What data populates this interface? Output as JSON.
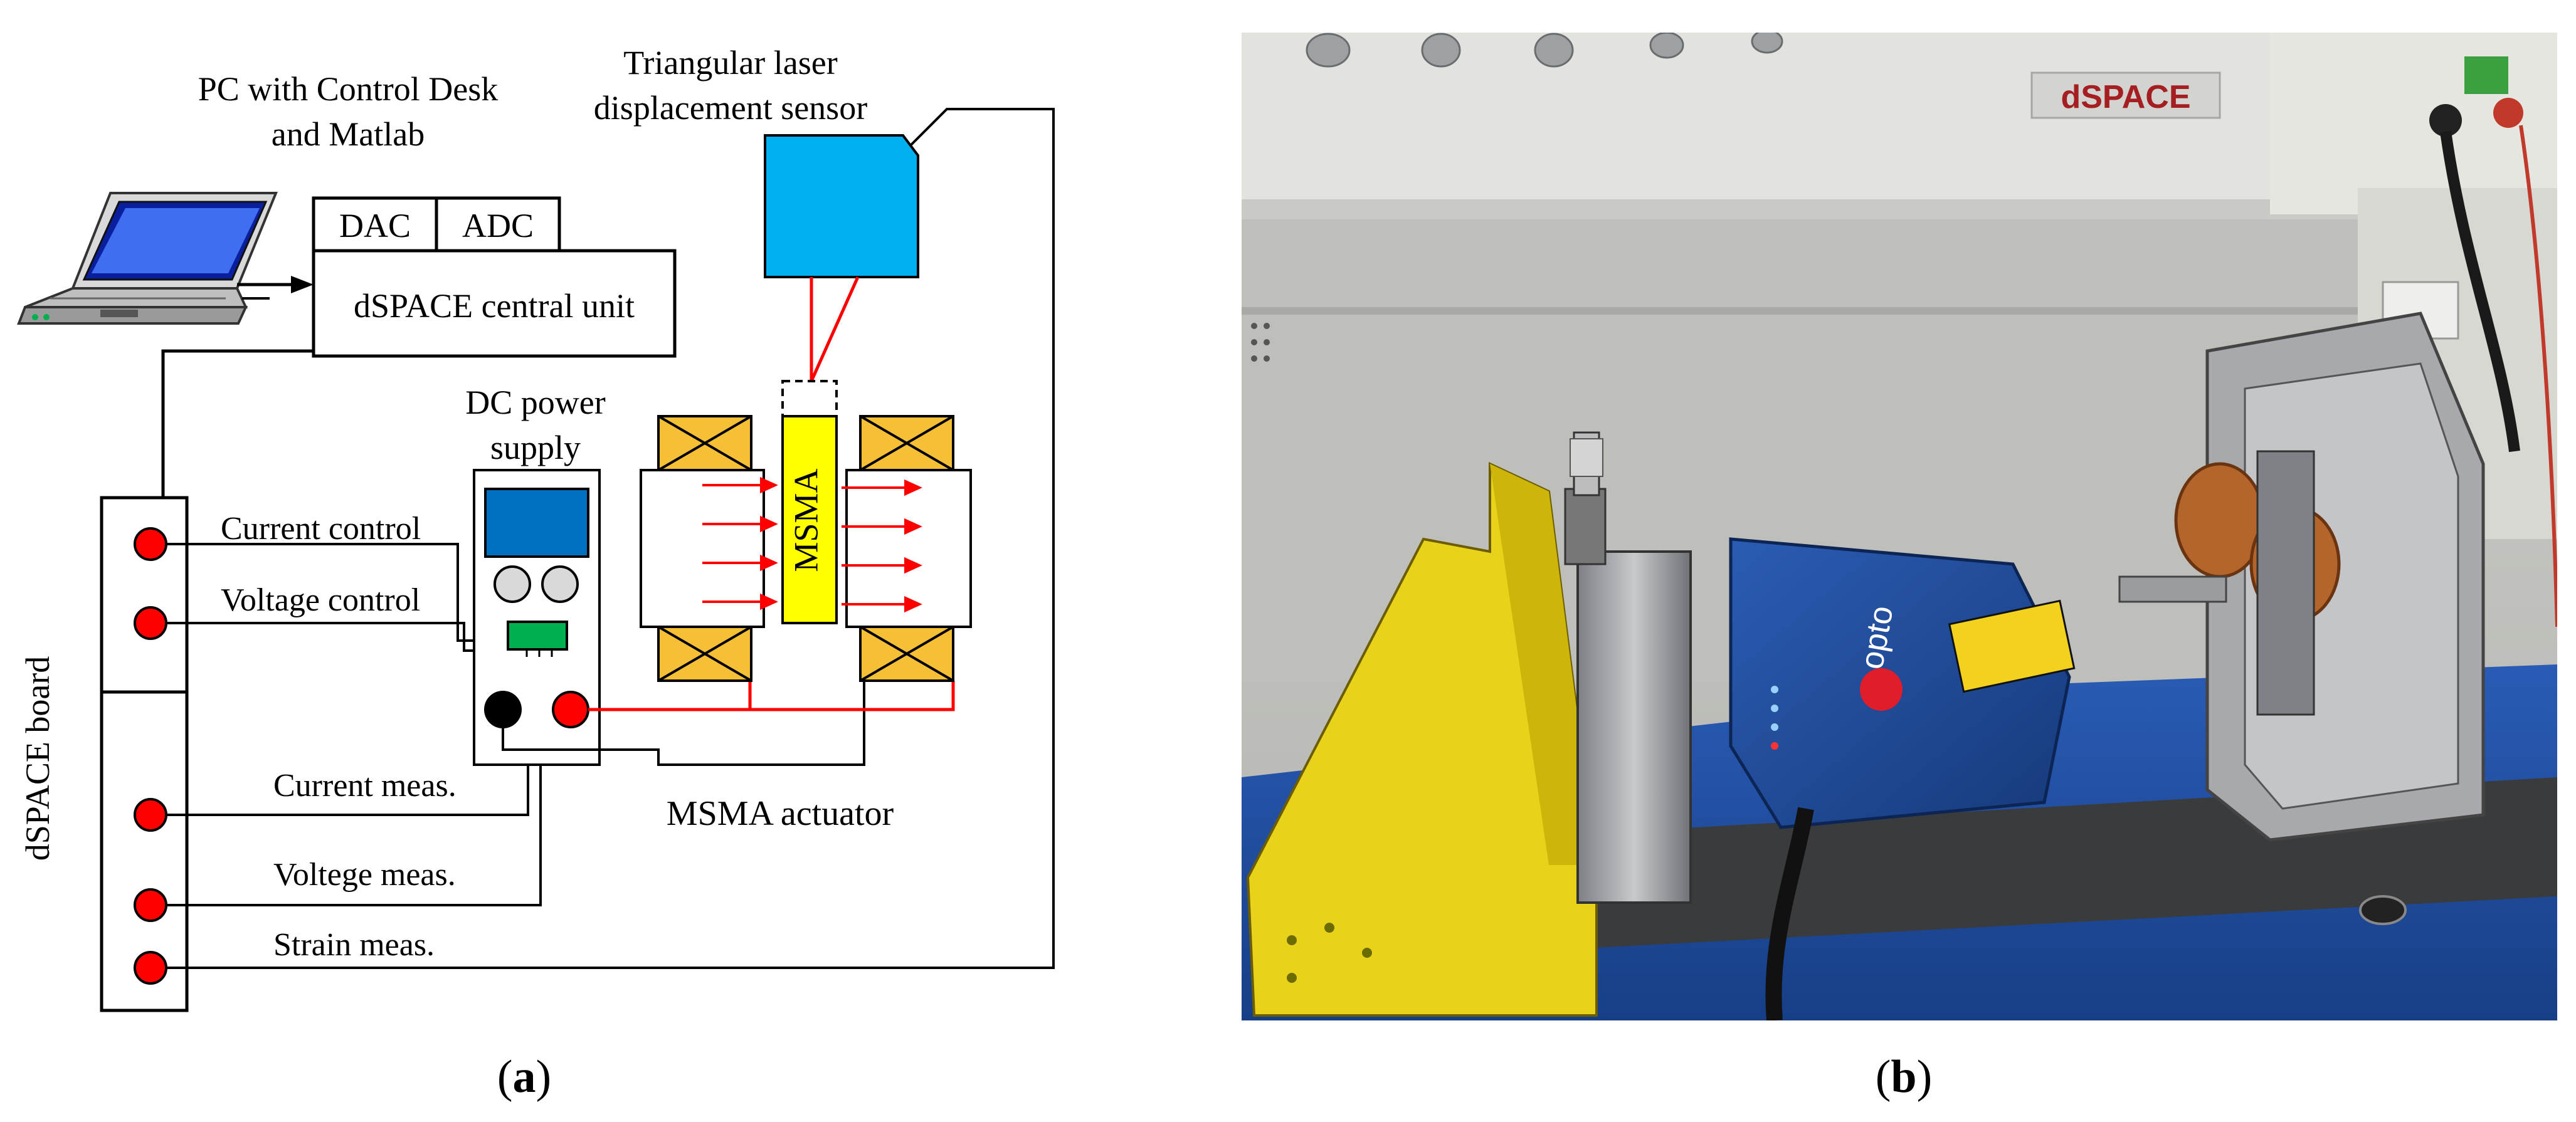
{
  "panel_a": {
    "caption_letter": "a",
    "pc_label_line1": "PC with Control Desk",
    "pc_label_line2": "and Matlab",
    "sensor_label_line1": "Triangular laser",
    "sensor_label_line2": "displacement sensor",
    "dac_label": "DAC",
    "adc_label": "ADC",
    "central_unit_label": "dSPACE central unit",
    "psu_label_line1": "DC power",
    "psu_label_line2": "supply",
    "msma_label": "MSMA",
    "actuator_label": "MSMA actuator",
    "board_label": "dSPACE board",
    "signals": {
      "current_control": "Current control",
      "voltage_control": "Voltage control",
      "current_meas": "Current meas.",
      "voltage_meas": "Voltege meas.",
      "strain_meas": "Strain meas."
    },
    "colors": {
      "sensor": "#00b0f0",
      "coil": "#f5c035",
      "msma": "#ffff00",
      "psu_screen": "#0070c0",
      "terminal": "#ff0000",
      "connector": "#00b050",
      "wire_red": "#ff0000"
    }
  },
  "panel_b": {
    "caption_letter": "b",
    "photo_brand_label": "dSPACE",
    "photo_sensor_brand": "opto"
  },
  "caption_paren_open": "(",
  "caption_paren_close": ")"
}
